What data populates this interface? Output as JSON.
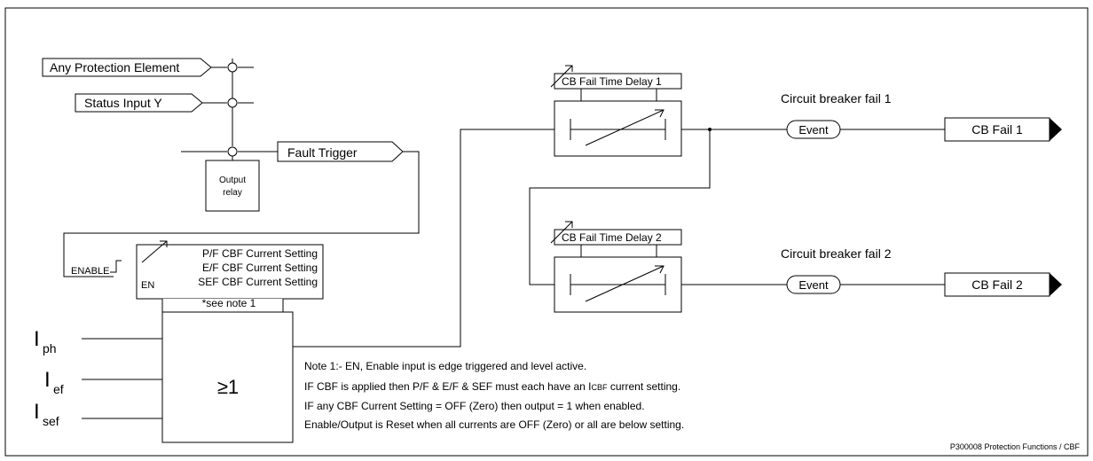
{
  "inputs": {
    "any_protection": "Any Protection Element",
    "status_input": "Status Input Y"
  },
  "output_relay": {
    "line1": "Output",
    "line2": "relay"
  },
  "fault_trigger": "Fault Trigger",
  "enable_label": "ENABLE",
  "en_label": "EN",
  "settings": {
    "pf": "P/F CBF Current Setting",
    "ef": "E/F CBF Current Setting",
    "sef": "SEF CBF Current Setting",
    "note_ref": "*see note 1"
  },
  "currents": {
    "ph": {
      "main": "I",
      "sub": "ph"
    },
    "ef": {
      "main": "I",
      "sub": "ef"
    },
    "sef": {
      "main": "I",
      "sub": "sef"
    }
  },
  "or_gate_label": "≥1",
  "timers": {
    "delay1": "CB Fail Time Delay 1",
    "delay2": "CB Fail Time Delay 2"
  },
  "stages": {
    "fail1_label": "Circuit breaker fail 1",
    "fail2_label": "Circuit breaker fail 2",
    "event": "Event",
    "out1": "CB Fail 1",
    "out2": "CB Fail 2"
  },
  "notes": {
    "line1": "Note 1:- EN, Enable input is edge triggered and level active.",
    "line2a": "IF CBF is applied then P/F & E/F & SEF must each have an I",
    "line2_sub": "CBF",
    "line2b": " current setting.",
    "line3": "IF any CBF Current Setting = OFF (Zero) then output = 1 when enabled.",
    "line4": "Enable/Output is Reset when all currents are OFF (Zero) or all are below setting."
  },
  "footer": "P300008 Protection Functions / CBF"
}
